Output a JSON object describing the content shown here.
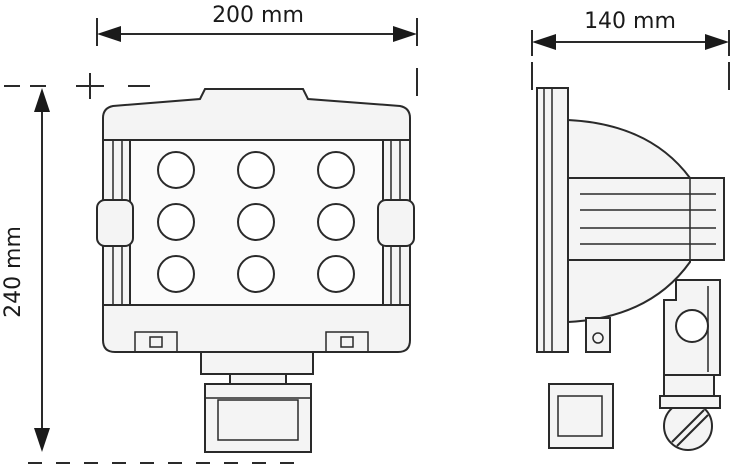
{
  "dimensions": {
    "width_label": "200 mm",
    "depth_label": "140 mm",
    "height_label": "240 mm"
  },
  "led_grid": {
    "rows": 3,
    "cols": 3,
    "missing_center_top": false
  }
}
